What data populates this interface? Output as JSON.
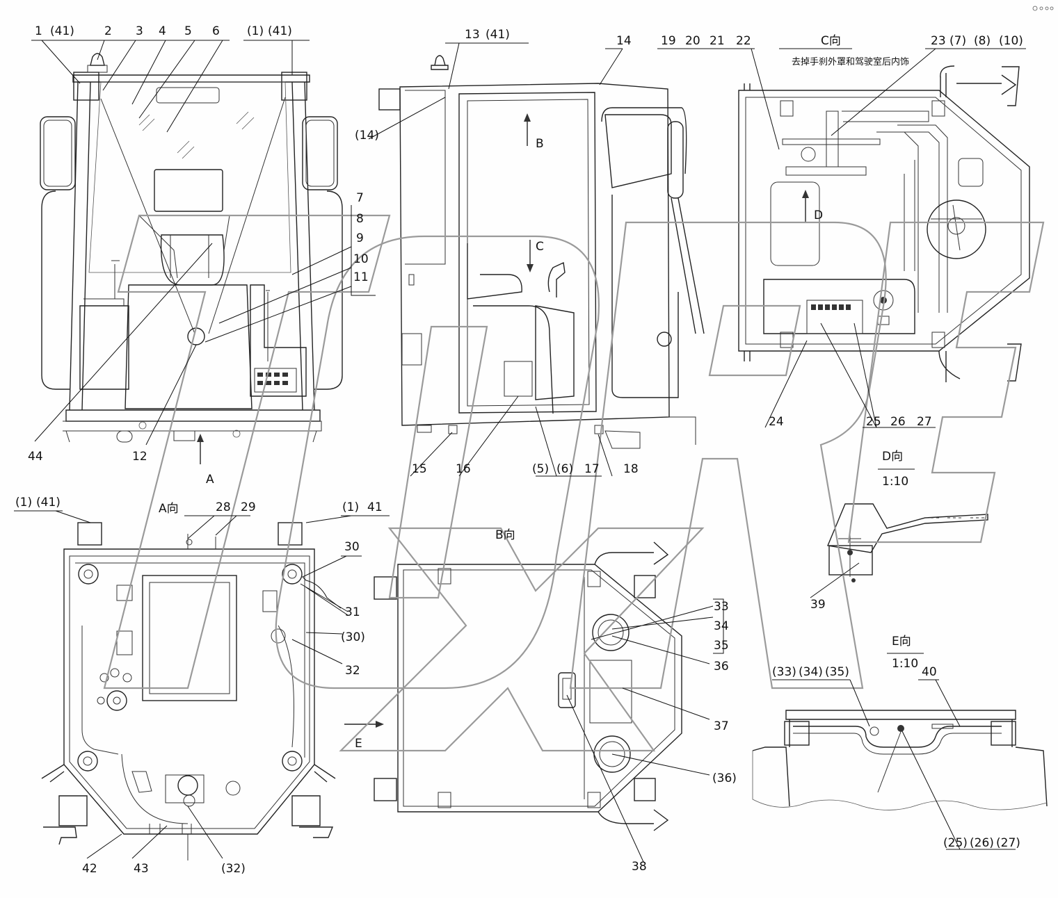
{
  "views": {
    "top_left": {
      "labels": [
        "1",
        "(41)",
        "2",
        "3",
        "4",
        "5",
        "6",
        "(1)",
        "(41)",
        "7",
        "8",
        "9",
        "10",
        "11",
        "44",
        "12"
      ],
      "arrow": "A"
    },
    "top_middle": {
      "labels": [
        "13",
        "(41)",
        "14",
        "(14)",
        "15",
        "16",
        "(5)",
        "(6)",
        "17",
        "18"
      ],
      "arrows": [
        "B",
        "C"
      ]
    },
    "top_right": {
      "title": "C向",
      "note": "去掉手刹外罩和驾驶室后内饰",
      "labels": [
        "19",
        "20",
        "21",
        "22",
        "23",
        "(7)",
        "(8)",
        "(10)",
        "24",
        "25",
        "26",
        "27"
      ],
      "arrow": "D"
    },
    "view_a": {
      "title": "A向",
      "labels": [
        "(1)",
        "(41)",
        "28",
        "29",
        "(1)",
        "41",
        "30",
        "31",
        "(30)",
        "32",
        "42",
        "43",
        "(32)"
      ],
      "arrow": "E"
    },
    "view_b": {
      "title": "B向",
      "labels": [
        "33",
        "34",
        "35",
        "36",
        "37",
        "(36)",
        "38"
      ]
    },
    "view_d": {
      "title": "D向",
      "scale": "1:10",
      "labels": [
        "39"
      ]
    },
    "view_e": {
      "title": "E向",
      "scale": "1:10",
      "labels": [
        "(33)",
        "(34)",
        "(35)",
        "40",
        "(25)",
        "(26)",
        "(27)"
      ]
    }
  },
  "watermark": "TOREX"
}
